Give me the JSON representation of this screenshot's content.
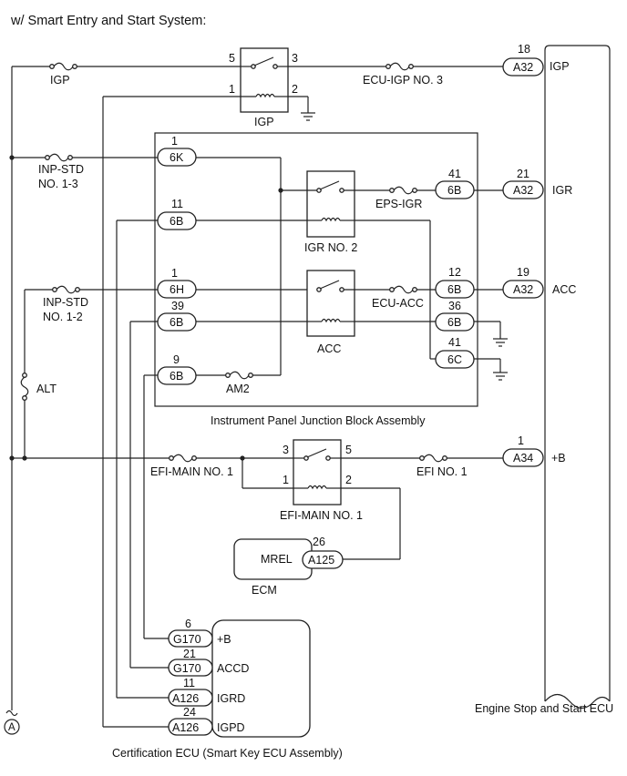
{
  "header": {
    "title": "w/ Smart Entry and Start System:"
  },
  "relays": {
    "igp": {
      "name": "IGP",
      "pins": [
        "5",
        "3",
        "1",
        "2"
      ]
    },
    "igr2": {
      "name": "IGR NO. 2"
    },
    "acc": {
      "name": "ACC"
    },
    "efi_main1": {
      "name": "EFI-MAIN NO. 1",
      "pins": [
        "3",
        "5",
        "1",
        "2"
      ]
    }
  },
  "fuses": {
    "igp": "IGP",
    "ecu_igp3": "ECU-IGP NO. 3",
    "inp_std13": [
      "INP-STD",
      "NO. 1-3"
    ],
    "inp_std12": [
      "INP-STD",
      "NO. 1-2"
    ],
    "eps_igr": "EPS-IGR",
    "ecu_acc": "ECU-ACC",
    "am2": "AM2",
    "alt": "ALT",
    "efi_main1": "EFI-MAIN NO. 1",
    "efi1": "EFI NO. 1"
  },
  "connectors": [
    {
      "id": "c-6k",
      "pin": "1",
      "code": "6K"
    },
    {
      "id": "c-6b-11",
      "pin": "11",
      "code": "6B"
    },
    {
      "id": "c-6h",
      "pin": "1",
      "code": "6H"
    },
    {
      "id": "c-6b-39",
      "pin": "39",
      "code": "6B"
    },
    {
      "id": "c-6b-9",
      "pin": "9",
      "code": "6B"
    },
    {
      "id": "c-6b-41",
      "pin": "41",
      "code": "6B"
    },
    {
      "id": "c-6b-12",
      "pin": "12",
      "code": "6B"
    },
    {
      "id": "c-6b-36",
      "pin": "36",
      "code": "6B"
    },
    {
      "id": "c-6c-41",
      "pin": "41",
      "code": "6C"
    },
    {
      "id": "c-a32-18",
      "pin": "18",
      "code": "A32"
    },
    {
      "id": "c-a32-21",
      "pin": "21",
      "code": "A32"
    },
    {
      "id": "c-a32-19",
      "pin": "19",
      "code": "A32"
    },
    {
      "id": "c-a34-1",
      "pin": "1",
      "code": "A34"
    },
    {
      "id": "c-a125",
      "pin": "26",
      "code": "A125"
    },
    {
      "id": "c-g170-6",
      "pin": "6",
      "code": "G170"
    },
    {
      "id": "c-g170-21",
      "pin": "21",
      "code": "G170"
    },
    {
      "id": "c-a126-11",
      "pin": "11",
      "code": "A126"
    },
    {
      "id": "c-a126-24",
      "pin": "24",
      "code": "A126"
    }
  ],
  "ecu_terminals": {
    "igp": "IGP",
    "igr": "IGR",
    "acc": "ACC",
    "b": "+B"
  },
  "ecm": {
    "terminal": "MREL",
    "name": "ECM"
  },
  "cert": {
    "terms": [
      "+B",
      "ACCD",
      "IGRD",
      "IGPD"
    ],
    "name": "Certification ECU (Smart Key ECU Assembly)"
  },
  "junction_block": {
    "name": "Instrument Panel Junction Block Assembly"
  },
  "ecu": {
    "name": "Engine Stop and Start ECU"
  },
  "ref": {
    "marker": "A"
  }
}
